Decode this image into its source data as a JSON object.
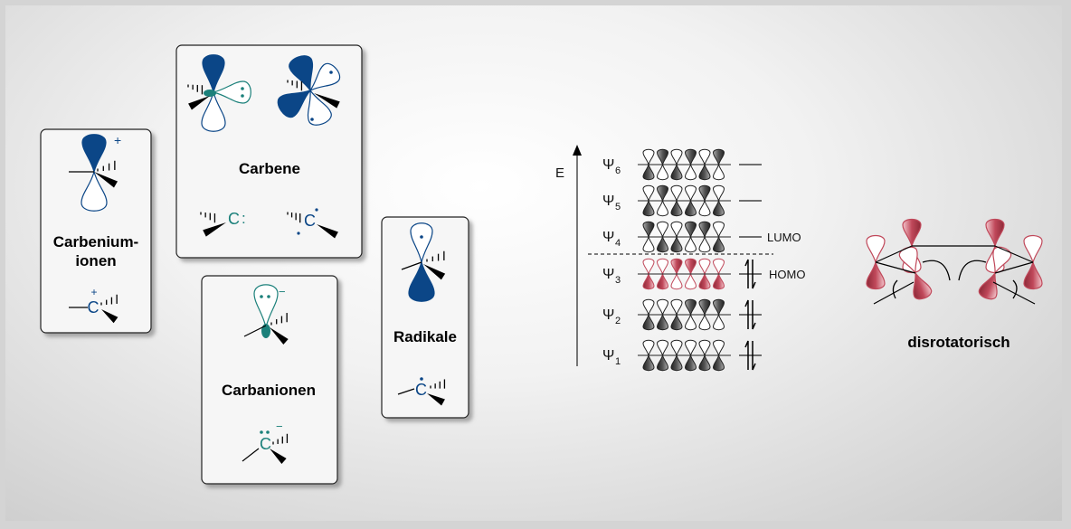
{
  "colors": {
    "navy": "#0b4687",
    "teal": "#1b807a",
    "red": "#c0485a",
    "gray": "#555555"
  },
  "carbenium": {
    "title_line1": "Carbenium-",
    "title_line2": "ionen",
    "atom": "C",
    "charge": "+"
  },
  "carbene": {
    "title": "Carbene",
    "atom_singlet": "C",
    "atom_triplet": "C",
    "pair": ":"
  },
  "carbanion": {
    "title": "Carbanionen",
    "atom": "C",
    "charge": "−"
  },
  "radical": {
    "title": "Radikale",
    "atom": "C"
  },
  "mo": {
    "axis_label": "E",
    "rows": [
      {
        "label": "Ψ",
        "sub": "6",
        "phases": [
          0,
          1,
          0,
          1,
          0,
          1
        ],
        "occupied": false,
        "tag": ""
      },
      {
        "label": "Ψ",
        "sub": "5",
        "phases": [
          0,
          1,
          0,
          0,
          1,
          0
        ],
        "occupied": false,
        "tag": ""
      },
      {
        "label": "Ψ",
        "sub": "4",
        "phases": [
          1,
          0,
          0,
          1,
          1,
          0
        ],
        "occupied": false,
        "tag": "LUMO"
      },
      {
        "label": "Ψ",
        "sub": "3",
        "phases": [
          0,
          0,
          1,
          1,
          0,
          0
        ],
        "occupied": true,
        "tag": "HOMO"
      },
      {
        "label": "Ψ",
        "sub": "2",
        "phases": [
          0,
          0,
          0,
          1,
          1,
          1
        ],
        "occupied": true,
        "tag": ""
      },
      {
        "label": "Ψ",
        "sub": "1",
        "phases": [
          0,
          0,
          0,
          0,
          0,
          0
        ],
        "occupied": true,
        "tag": ""
      }
    ]
  },
  "disrotatory": {
    "label": "disrotatorisch"
  }
}
